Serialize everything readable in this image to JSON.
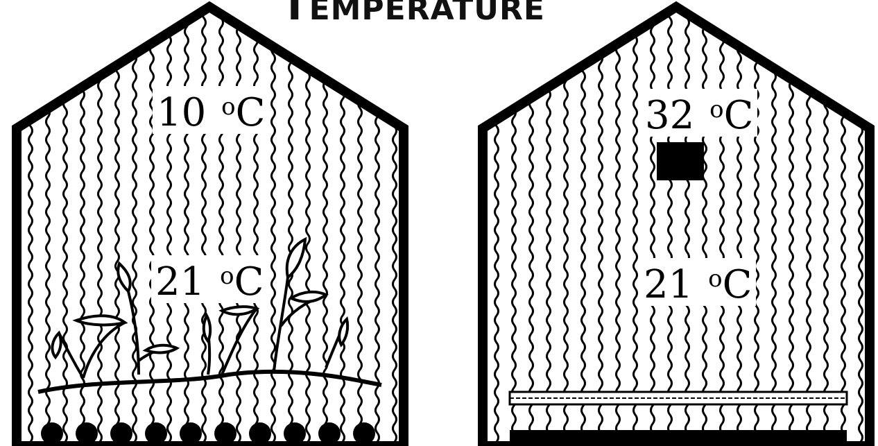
{
  "title": {
    "initial": "T",
    "rest": "EMPERATURE"
  },
  "left_house": {
    "upper_temp": {
      "value": "10",
      "unit_superscript": "o",
      "unit": "C"
    },
    "lower_temp": {
      "value": "21",
      "unit_superscript": "o",
      "unit": "C"
    }
  },
  "right_house": {
    "upper_temp": {
      "value": "32",
      "unit_superscript": "o",
      "unit": "C"
    },
    "lower_temp": {
      "value": "21",
      "unit_superscript": "o",
      "unit": "C"
    }
  },
  "colors": {
    "ink": "#000000",
    "background": "#ffffff"
  },
  "icons": [
    "plants-drawing",
    "heater-block",
    "ground-dots",
    "floor-slab"
  ]
}
